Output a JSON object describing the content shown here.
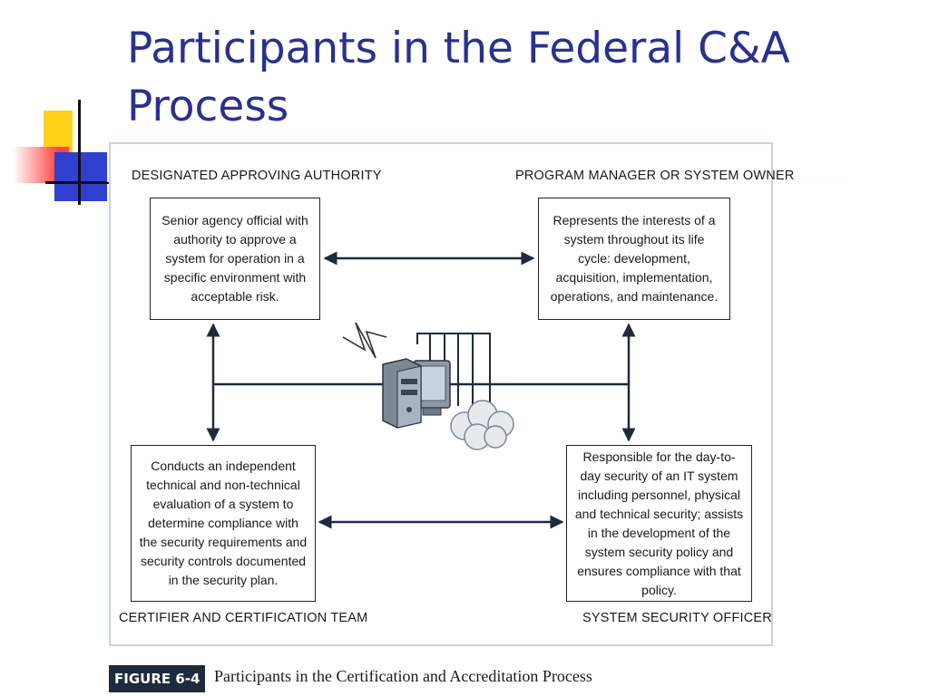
{
  "slide": {
    "title": "Participants in the Federal C&A Process",
    "accent_color": "#29318f"
  },
  "diagram": {
    "roles": {
      "top_left": {
        "label": "DESIGNATED APPROVING AUTHORITY",
        "description": "Senior agency official with authority to approve a system for operation in a specific environment with acceptable risk."
      },
      "top_right": {
        "label": "PROGRAM MANAGER OR SYSTEM OWNER",
        "description": "Represents the interests of a system throughout its life cycle: development, acquisition, implementation, operations, and maintenance."
      },
      "bottom_left": {
        "label": "CERTIFIER AND CERTIFICATION TEAM",
        "description": "Conducts an independent technical and non-technical evaluation of a system to determine compliance with the security requirements and security controls documented in the security plan."
      },
      "bottom_right": {
        "label": "SYSTEM SECURITY OFFICER",
        "description": "Responsible for the day-to-day security of an IT system including personnel, physical and technical security; assists in the development of the system security policy and ensures compliance with that policy."
      }
    },
    "center_icon": "computer-system-icon"
  },
  "figure": {
    "number": "FIGURE 6-4",
    "caption": "Participants in the Certification and Accreditation Process"
  }
}
